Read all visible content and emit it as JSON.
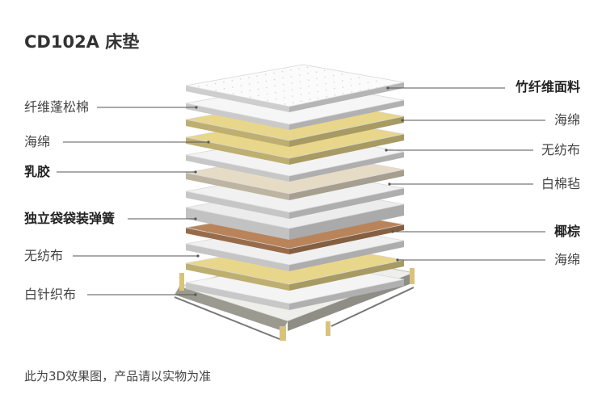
{
  "title": "CD102A 床垫",
  "note": "此为3D效果图，产品请以实物为准",
  "left_labels": [
    {
      "text": "纤维蓬松棉",
      "bold": false
    },
    {
      "text": "海绵",
      "bold": false
    },
    {
      "text": "乳胶",
      "bold": true
    },
    {
      "text": "独立袋袋装弹簧",
      "bold": true
    },
    {
      "text": "无纺布",
      "bold": false
    },
    {
      "text": "白针织布",
      "bold": false
    }
  ],
  "right_labels": [
    {
      "text": "竹纤维面料",
      "bold": true
    },
    {
      "text": "海绵",
      "bold": false
    },
    {
      "text": "无纺布",
      "bold": false
    },
    {
      "text": "白棉毡",
      "bold": false
    },
    {
      "text": "椰棕",
      "bold": true
    },
    {
      "text": "海绵",
      "bold": false
    }
  ],
  "colors": {
    "white_layer": "#f4f4f4",
    "foam_layer": "#e8d68a",
    "latex_layer": "#e6dcc6",
    "coir_layer": "#b9845a",
    "frame": "#cfcfc8",
    "line": "#555555"
  }
}
